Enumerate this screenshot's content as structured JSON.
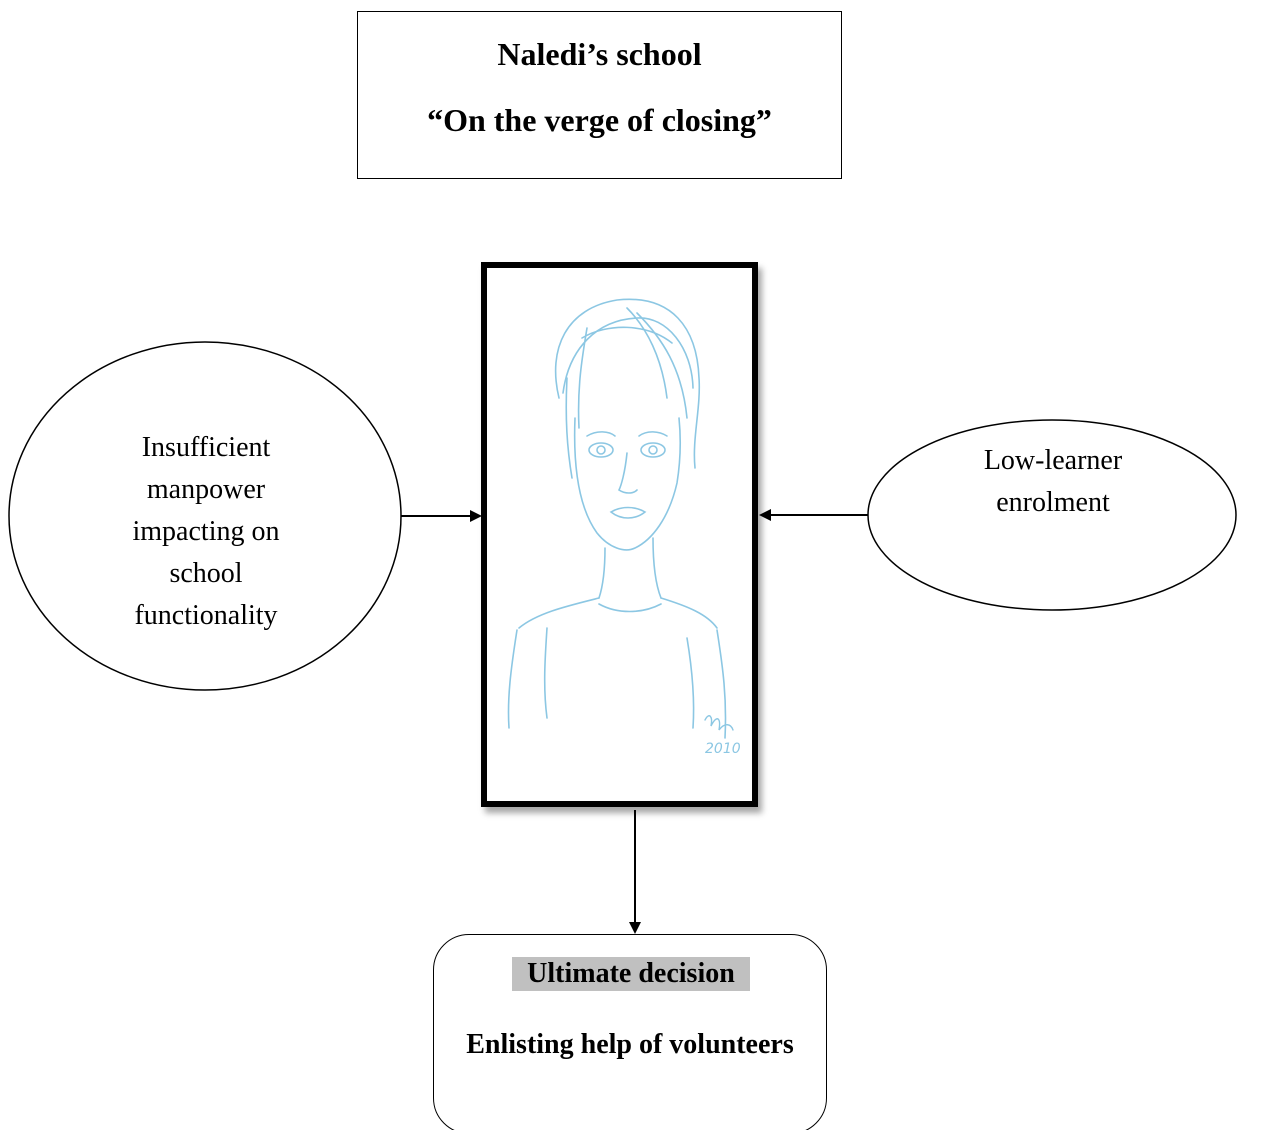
{
  "title": {
    "line1": "Naledi’s school",
    "line2": "“On the verge of closing”"
  },
  "left_factor": {
    "label": "Insufficient manpower impacting on school functionality"
  },
  "right_factor": {
    "label": "Low-learner enrolment"
  },
  "portrait": {
    "signature_text": "2010",
    "sketch_color": "#8cc7e3"
  },
  "decision": {
    "heading": "Ultimate decision",
    "text": "Enlisting help of volunteers",
    "heading_highlight": "#c0c0c0"
  }
}
